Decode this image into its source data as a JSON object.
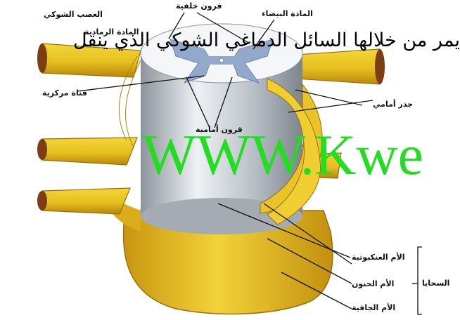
{
  "caption": "يمر من خلالها السائل الدماغي الشوكي الذي ينقل",
  "watermark": "WWW.Kwe",
  "labels": {
    "dorsal_horns": "قرون خلفية",
    "white_matter": "المادة البيضاء",
    "spinal_nerve": "العصب الشوكي",
    "grey_matter": "المادة الرمادية",
    "central_canal": "قناة مركزية",
    "ventral_root": "جذر أمامي",
    "ventral_horns": "قرون أمامية",
    "arachnoid": "الأم العنكبوتية",
    "pia_mater": "الأم الحنون",
    "dura_mater": "الأم الجافية",
    "meninges": "السحايا"
  },
  "colors": {
    "nerve_yellow": "#e6bf1e",
    "nerve_shadow": "#b8860b",
    "cord_grey": "#b9bfc6",
    "grey_matter": "#93a9c9",
    "nerve_tip": "#7a3e12",
    "watermark_green": "#22dd22"
  }
}
